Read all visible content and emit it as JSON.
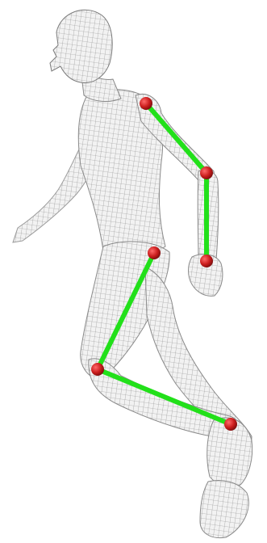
{
  "colors": {
    "background": "#ffffff",
    "mesh_fill": "#f2f2f2",
    "mesh_line": "#8a8a8a",
    "mesh_shadow": "#bdbdbd",
    "bone": "#22e01a",
    "joint": "#c91c1c",
    "joint_highlight": "#ff6a6a"
  },
  "skeleton": {
    "joints": [
      "right-shoulder",
      "right-elbow",
      "right-wrist",
      "right-hip",
      "right-knee",
      "right-ankle"
    ],
    "bones": [
      [
        "right-shoulder",
        "right-elbow"
      ],
      [
        "right-elbow",
        "right-wrist"
      ],
      [
        "right-hip",
        "right-knee"
      ],
      [
        "right-knee",
        "right-ankle"
      ]
    ]
  }
}
